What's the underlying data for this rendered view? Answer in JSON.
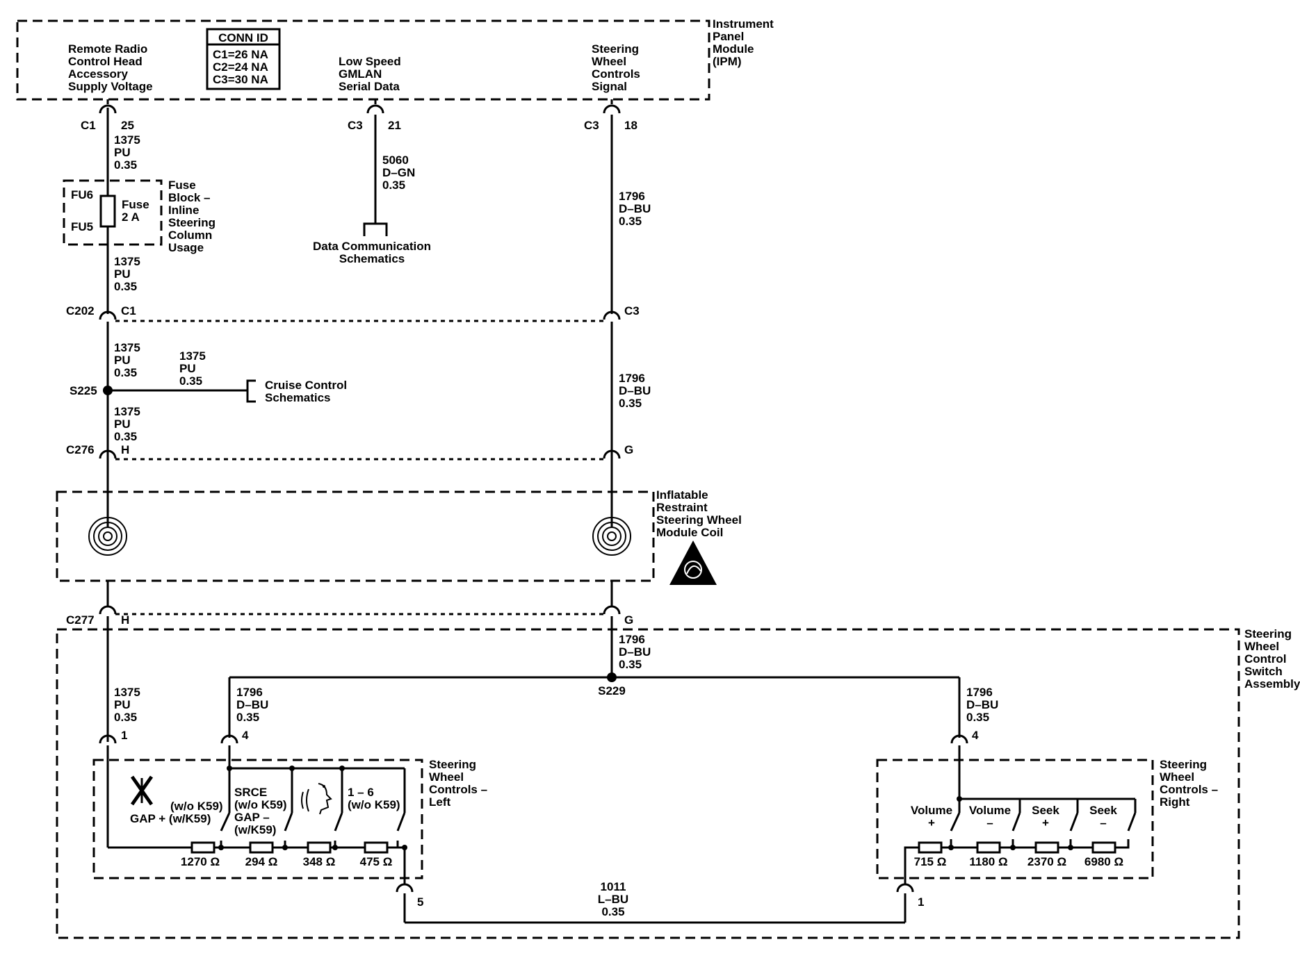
{
  "ipm": {
    "label": [
      "Instrument",
      "Panel",
      "Module",
      "(IPM)"
    ]
  },
  "conn_id": {
    "title": "CONN ID",
    "lines": [
      "C1=26 NA",
      "C2=24 NA",
      "C3=30 NA"
    ]
  },
  "ipm_pins": {
    "radio": [
      "Remote Radio",
      "Control Head",
      "Accessory",
      "Supply Voltage"
    ],
    "gmlan": [
      "Low Speed",
      "GMLAN",
      "Serial Data"
    ],
    "swc": [
      "Steering",
      "Wheel",
      "Controls",
      "Signal"
    ]
  },
  "connectors": {
    "c1": "C1",
    "c1_pin": "25",
    "c3a": "C3",
    "c3a_pin": "21",
    "c3b": "C3",
    "c3b_pin": "18",
    "c202": "C202",
    "c202_l": "C1",
    "c202_r": "C3",
    "c276": "C276",
    "c276_l": "H",
    "c276_r": "G",
    "c277": "C277",
    "c277_l": "H",
    "c277_r": "G"
  },
  "wires": {
    "pu": [
      "1375",
      "PU",
      "0.35"
    ],
    "dgn": [
      "5060",
      "D–GN",
      "0.35"
    ],
    "dbu": [
      "1796",
      "D–BU",
      "0.35"
    ],
    "lbu": [
      "1011",
      "L–BU",
      "0.35"
    ]
  },
  "fuse": {
    "fu6": "FU6",
    "fu5": "FU5",
    "label": [
      "Fuse",
      "2 A"
    ],
    "block": [
      "Fuse",
      "Block –",
      "Inline",
      "Steering",
      "Column",
      "Usage"
    ]
  },
  "data_comm": [
    "Data Communication",
    "Schematics"
  ],
  "cruise": [
    "Cruise Control",
    "Schematics"
  ],
  "splices": {
    "s225": "S225",
    "s229": "S229"
  },
  "coil": {
    "label": [
      "Inflatable",
      "Restraint",
      "Steering Wheel",
      "Module Coil"
    ]
  },
  "swc_assembly": {
    "label": [
      "Steering",
      "Wheel",
      "Control",
      "Switch",
      "Assembly"
    ]
  },
  "left": {
    "label": [
      "Steering",
      "Wheel",
      "Controls –",
      "Left"
    ],
    "pin_1": "1",
    "pin_4": "4",
    "pin_5": "5",
    "sw1": [
      "(w/o K59)",
      "GAP + (w/K59)"
    ],
    "sw2": [
      "SRCE",
      "(w/o K59)",
      "GAP –",
      "(w/K59)"
    ],
    "sw4": [
      "1 – 6",
      "(w/o K59)"
    ],
    "resistors": [
      "1270 Ω",
      "294 Ω",
      "348 Ω",
      "475 Ω"
    ]
  },
  "right": {
    "label": [
      "Steering",
      "Wheel",
      "Controls –",
      "Right"
    ],
    "pin_4": "4",
    "pin_1": "1",
    "switches": [
      [
        "Volume",
        "+"
      ],
      [
        "Volume",
        "–"
      ],
      [
        "Seek",
        "+"
      ],
      [
        "Seek",
        "–"
      ]
    ],
    "resistors": [
      "715 Ω",
      "1180 Ω",
      "2370 Ω",
      "6980 Ω"
    ]
  }
}
